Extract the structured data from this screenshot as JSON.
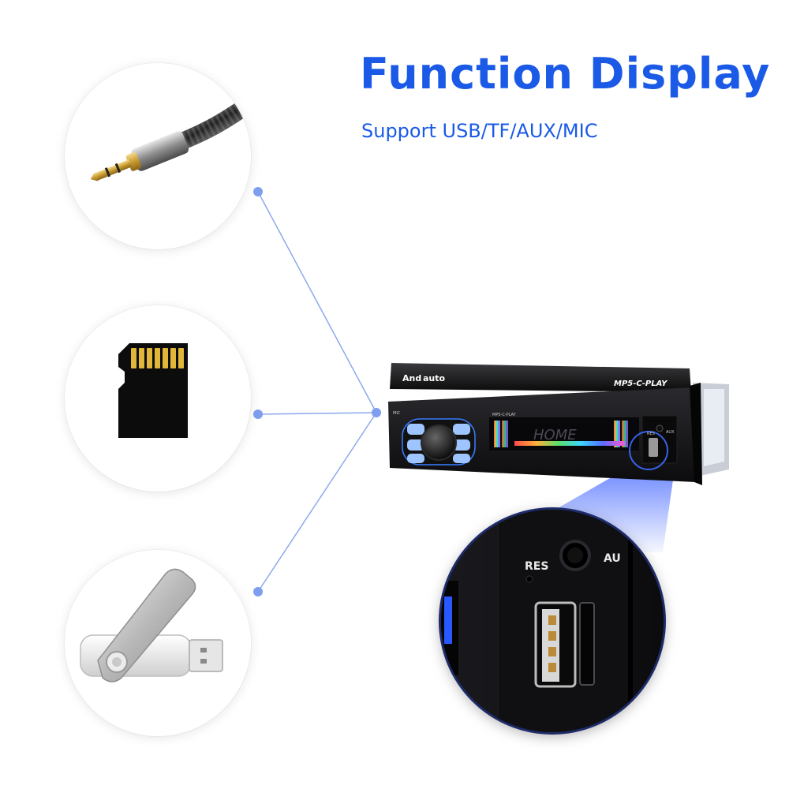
{
  "header": {
    "title": "Function Display",
    "subtitle": "Support USB/TF/AUX/MIC"
  },
  "icons": {
    "aux": "aux-cable-icon",
    "tf": "microsd-card-icon",
    "usb": "usb-flash-drive-icon"
  },
  "device": {
    "brand": "And",
    "brand_suffix": "auto",
    "model": "MP5-C-PLAY",
    "screen_label": "MP5-C-PLAY",
    "display_text": "HOME",
    "res_label": "RES",
    "aux_label": "AUX",
    "mic_label": "MIC"
  },
  "zoom": {
    "res_label": "RES",
    "aux_label": "AU"
  },
  "colors": {
    "accent": "#1a5ae6",
    "connector": "#8ea8ee",
    "beam": "#4a6cff"
  }
}
